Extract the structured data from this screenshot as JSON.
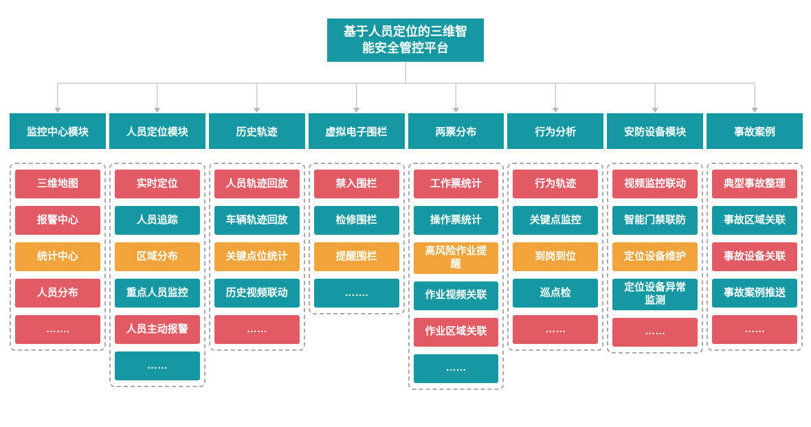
{
  "root": {
    "title": "基于人员定位的三维智能安全管控平台"
  },
  "colors": {
    "teal": "#1598A2",
    "red": "#E25B64",
    "orange": "#F2A43B",
    "connector": "#C8CCD0",
    "arrow": "#B4B8BC",
    "dashed_border": "#A6AAB0"
  },
  "modules": [
    {
      "title": "监控中心模块",
      "items": [
        {
          "label": "三维地图",
          "color": "red"
        },
        {
          "label": "报警中心",
          "color": "red"
        },
        {
          "label": "统计中心",
          "color": "orange"
        },
        {
          "label": "人员分布",
          "color": "red"
        },
        {
          "label": "…….",
          "color": "red"
        }
      ]
    },
    {
      "title": "人员定位模块",
      "items": [
        {
          "label": "实时定位",
          "color": "red"
        },
        {
          "label": "人员追踪",
          "color": "teal"
        },
        {
          "label": "区域分布",
          "color": "orange"
        },
        {
          "label": "重点人员监控",
          "color": "teal"
        },
        {
          "label": "人员主动报警",
          "color": "red"
        },
        {
          "label": "……",
          "color": "teal"
        }
      ]
    },
    {
      "title": "历史轨迹",
      "items": [
        {
          "label": "人员轨迹回放",
          "color": "red"
        },
        {
          "label": "车辆轨迹回放",
          "color": "teal"
        },
        {
          "label": "关键点位统计",
          "color": "orange"
        },
        {
          "label": "历史视频联动",
          "color": "teal"
        },
        {
          "label": "……",
          "color": "red"
        }
      ]
    },
    {
      "title": "虚拟电子围栏",
      "items": [
        {
          "label": "禁入围栏",
          "color": "red"
        },
        {
          "label": "检修围栏",
          "color": "teal"
        },
        {
          "label": "提醒围栏",
          "color": "orange"
        },
        {
          "label": "…….",
          "color": "teal"
        }
      ]
    },
    {
      "title": "两票分布",
      "items": [
        {
          "label": "工作票统计",
          "color": "red"
        },
        {
          "label": "操作票统计",
          "color": "teal"
        },
        {
          "label": "高风险作业提醒",
          "color": "orange"
        },
        {
          "label": "作业视频关联",
          "color": "teal"
        },
        {
          "label": "作业区域关联",
          "color": "red"
        },
        {
          "label": "……",
          "color": "teal"
        }
      ]
    },
    {
      "title": "行为分析",
      "items": [
        {
          "label": "行为轨迹",
          "color": "red"
        },
        {
          "label": "关键点监控",
          "color": "teal"
        },
        {
          "label": "到岗到位",
          "color": "orange"
        },
        {
          "label": "巡点检",
          "color": "teal"
        },
        {
          "label": "……",
          "color": "red"
        }
      ]
    },
    {
      "title": "安防设备模块",
      "items": [
        {
          "label": "视频监控联动",
          "color": "red"
        },
        {
          "label": "智能门禁联防",
          "color": "teal"
        },
        {
          "label": "定位设备维护",
          "color": "orange"
        },
        {
          "label": "定位设备异常监测",
          "color": "teal"
        },
        {
          "label": "……",
          "color": "red"
        }
      ]
    },
    {
      "title": "事故案例",
      "items": [
        {
          "label": "典型事故整理",
          "color": "red"
        },
        {
          "label": "事故区域关联",
          "color": "teal"
        },
        {
          "label": "事故设备关联",
          "color": "red"
        },
        {
          "label": "事故案例推送",
          "color": "teal"
        },
        {
          "label": "……",
          "color": "red"
        }
      ]
    }
  ]
}
